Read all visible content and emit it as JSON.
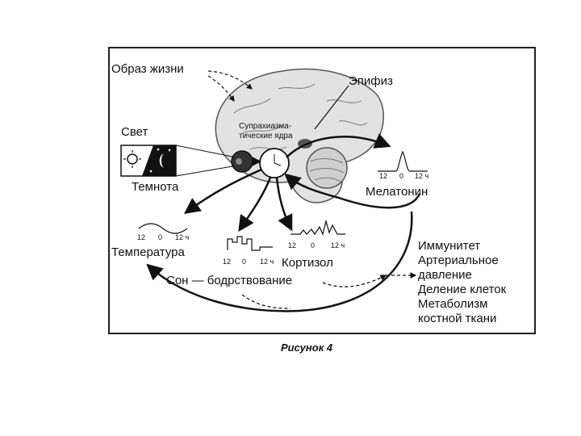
{
  "figure": {
    "caption": "Рисунок 4",
    "labels": {
      "lifestyle": "Образ жизни",
      "pineal": "Эпифиз",
      "light": "Свет",
      "scn_line1": "Супрахиазма-",
      "scn_line2": "тические ядра",
      "darkness": "Темнота",
      "melatonin": "Мелатонин",
      "temperature": "Температура",
      "cortisol": "Кортизол",
      "sleep_wake": "Сон — бодрствование"
    },
    "effects": [
      "Иммунитет",
      "Артериальное",
      "давление",
      "Деление клеток",
      "Метаболизм",
      "костной ткани"
    ],
    "mini_axes": {
      "melatonin": [
        "12",
        "0",
        "12 ч"
      ],
      "temperature": [
        "12",
        "0",
        "12 ч"
      ],
      "sleep": [
        "12",
        "0",
        "12 ч"
      ],
      "cortisol": [
        "12",
        "0",
        "12 ч"
      ]
    }
  }
}
